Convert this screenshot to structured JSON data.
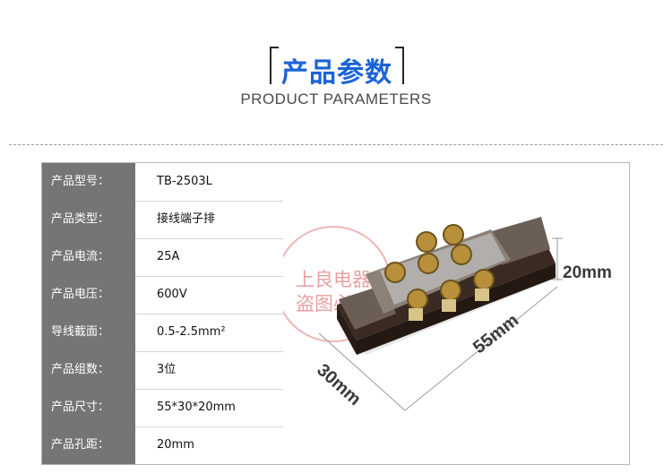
{
  "header": {
    "title_cn": "产品参数",
    "title_en": "PRODUCT PARAMETERS"
  },
  "table": {
    "rows": [
      {
        "label": "产品型号：",
        "value": "TB-2503L"
      },
      {
        "label": "产品类型：",
        "value": "接线端子排"
      },
      {
        "label": "产品电流：",
        "value": "25A"
      },
      {
        "label": "产品电压：",
        "value": "600V"
      },
      {
        "label": "导线截面：",
        "value": "0.5-2.5mm²"
      },
      {
        "label": "产品组数：",
        "value": "3位"
      },
      {
        "label": "产品尺寸：",
        "value": "55*30*20mm"
      },
      {
        "label": "产品孔距：",
        "value": "20mm"
      }
    ]
  },
  "photo": {
    "watermark_line1": "上良电器",
    "watermark_line2": "盗图必究",
    "dim_height": "20mm",
    "dim_length": "55mm",
    "dim_width": "30mm",
    "colors": {
      "accent_title": "#1b63d6",
      "label_bg": "#757575",
      "watermark": "#e38c8c"
    }
  }
}
